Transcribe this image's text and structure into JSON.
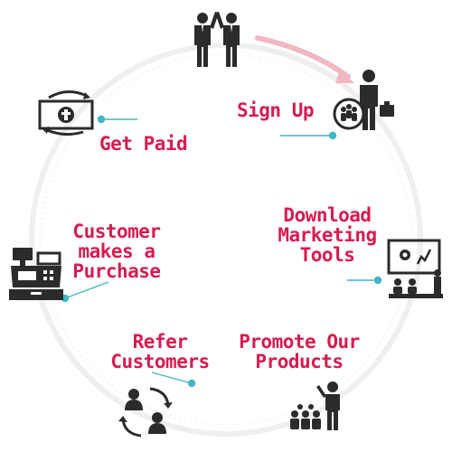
{
  "diagram": {
    "accent_color": "#d81b4f",
    "icon_color": "#2b2b2b",
    "connector_color": "#41b6c4",
    "ring_color": "#ececec",
    "arrow_color": "#f2b7c2",
    "steps": [
      {
        "id": "sign-up",
        "label": "Sign Up",
        "icon": "businessman-team-icon"
      },
      {
        "id": "download-tools",
        "label": "Download\nMarketing\nTools",
        "icon": "presentation-board-icon"
      },
      {
        "id": "promote",
        "label": "Promote Our\nProducts",
        "icon": "speaker-audience-icon"
      },
      {
        "id": "refer",
        "label": "Refer\nCustomers",
        "icon": "people-exchange-icon"
      },
      {
        "id": "purchase",
        "label": "Customer\nmakes a\nPurchase",
        "icon": "cash-register-icon"
      },
      {
        "id": "get-paid",
        "label": "Get Paid",
        "icon": "money-cycle-icon"
      }
    ],
    "top_icon": "handshake-high-five-icon"
  }
}
